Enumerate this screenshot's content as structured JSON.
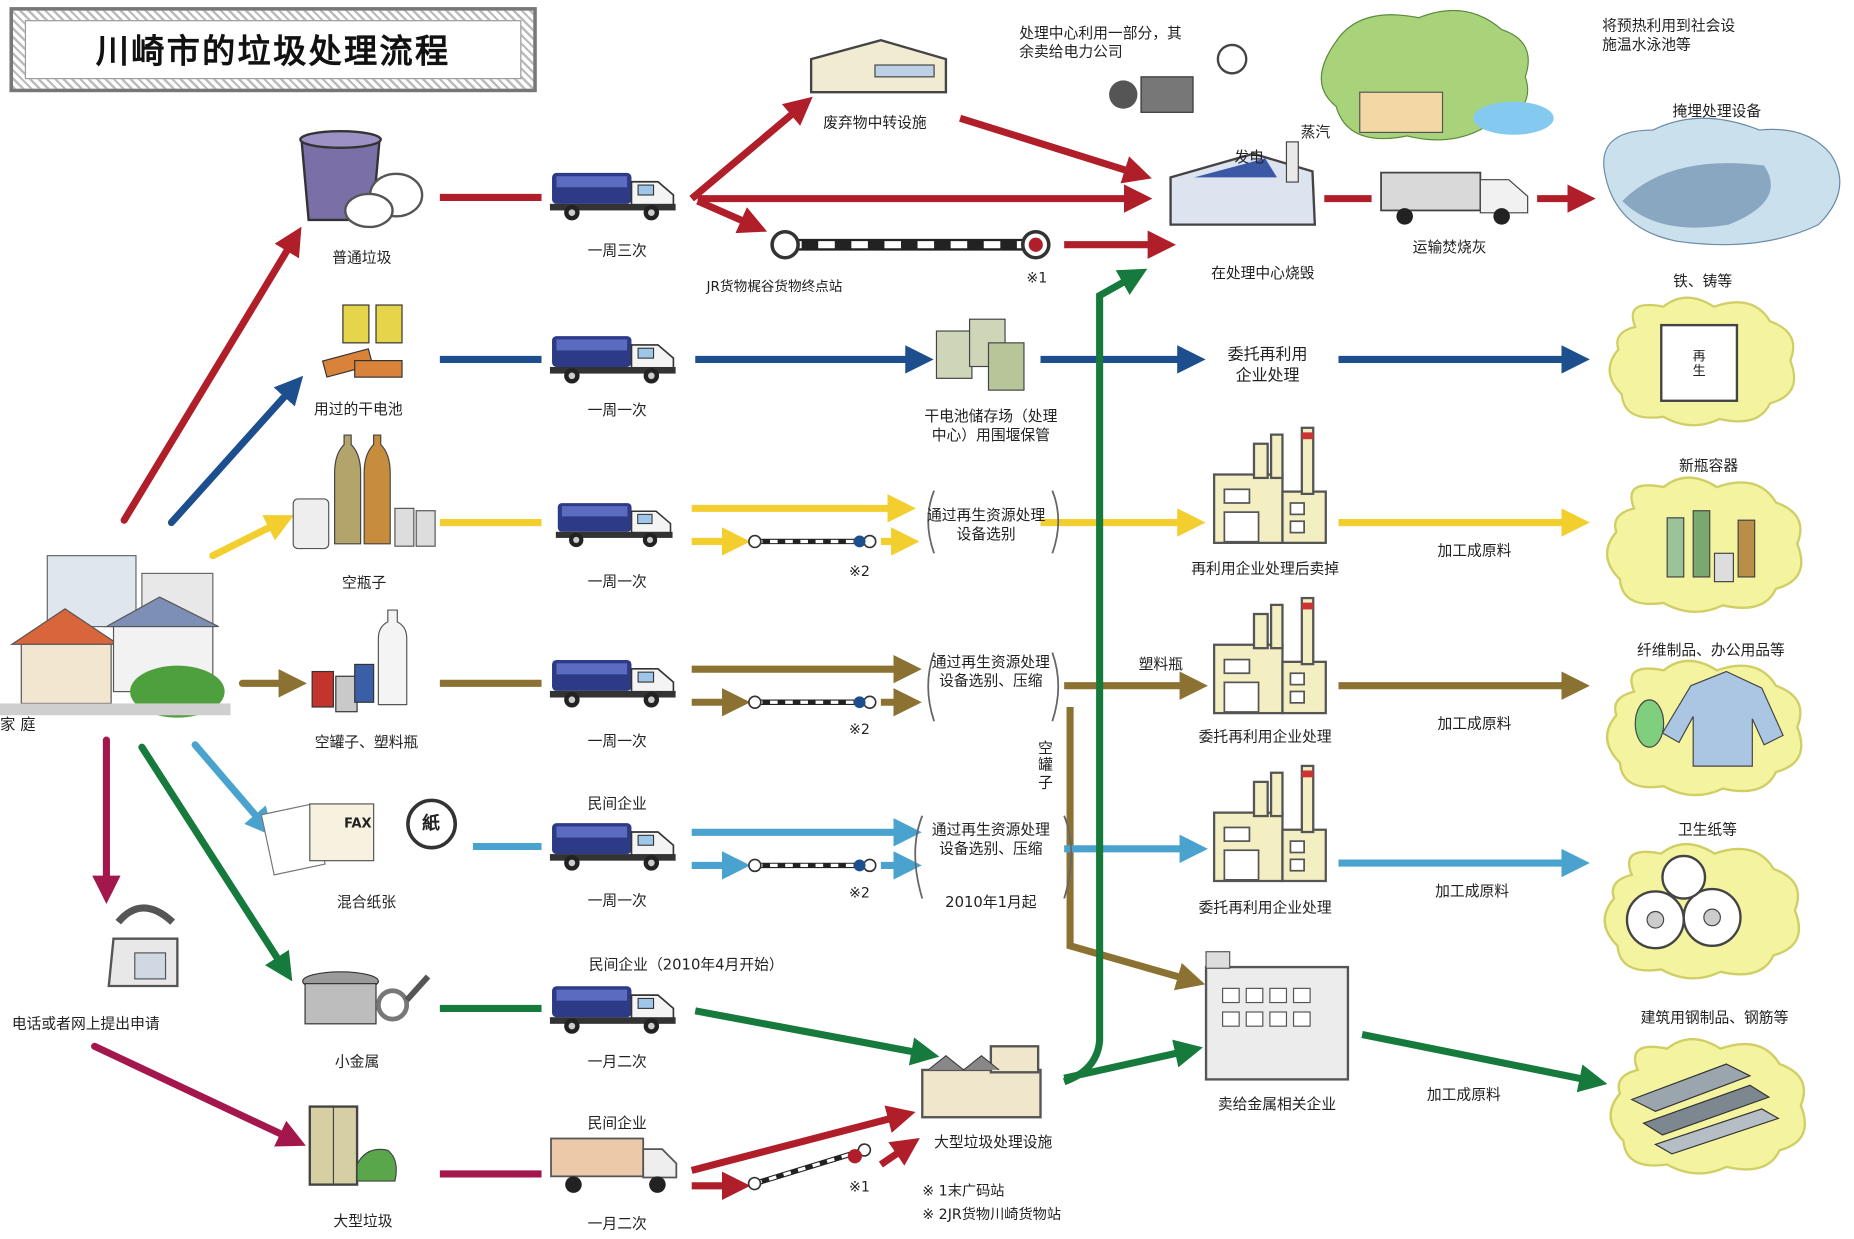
{
  "title": "川崎市的垃圾处理流程",
  "sources": {
    "household": "家 庭",
    "phone_online": "电话或者网上提出申请"
  },
  "categories": {
    "normal": "普通垃圾",
    "battery": "用过的干电池",
    "bottles": "空瓶子",
    "cans_plastic": "空罐子、塑料瓶",
    "paper": "混合纸张",
    "paper_icon": "紙",
    "fax": "FAX",
    "metal_small": "小金属",
    "large": "大型垃圾"
  },
  "collection": {
    "normal": "一周三次",
    "battery": "一周一次",
    "bottles": "一周一次",
    "cans": "一周一次",
    "paper_company": "民间企业",
    "paper": "一周一次",
    "metal_company": "民间企业（2010年4月开始）",
    "metal": "一月二次",
    "large_company": "民间企业",
    "large": "一月二次"
  },
  "facilities": {
    "transfer": "废弃物中转设施",
    "jr_station": "JR货物梶谷货物终点站",
    "incineration": "在处理中心烧毁",
    "battery_storage": "干电池储存场（处理中心）用围堰保管",
    "entrust_recycle": "委托再利用企业处理",
    "sort_bottles": "通过再生资源处理设备选别",
    "recycle_bottles": "再利用企业处理后卖掉",
    "sort_cans": "通过再生资源处理设备选别、压缩",
    "recycle_cans": "委托再利用企业处理",
    "sort_paper": "通过再生资源处理设备选别、压缩",
    "sort_paper_date": "2010年1月起",
    "recycle_paper": "委托再利用企业处理",
    "metal_company": "卖给金属相关企业",
    "large_facility": "大型垃圾处理设施",
    "ash_transport": "运输焚烧灰",
    "landfill": "掩埋处理设备"
  },
  "branch_labels": {
    "plastic": "塑料瓶",
    "cans": "空罐子",
    "generation": "发电",
    "steam": "蒸汽"
  },
  "power_note": "处理中心利用一部分，其余卖给电力公司",
  "heat_note": "将预热利用到社会设施温水泳池等",
  "products": {
    "iron": "铁、铸等",
    "recycled_block": "再生",
    "new_bottles": "新瓶容器",
    "fiber_office": "纤维制品、办公用品等",
    "toilet_paper": "卫生纸等",
    "steel": "建筑用钢制品、钢筋等"
  },
  "processing": {
    "raw1": "加工成原料",
    "raw2": "加工成原料",
    "raw3": "加工成原料",
    "raw4": "加工成原料"
  },
  "marks": {
    "m1": "※1",
    "m2a": "※2",
    "m2b": "※2",
    "m2c": "※2",
    "m1b": "※1"
  },
  "footnotes": {
    "n1": "※ 1末广码站",
    "n2": "※ 2JR货物川崎货物站"
  },
  "colors": {
    "red": "#b01e2a",
    "blue": "#1d4f8f",
    "yellow": "#f2cf2f",
    "brown": "#8b7232",
    "lightblue": "#4aa3cf",
    "green": "#167a3c",
    "maroon": "#a3174d",
    "cloud": "#f4f3a0"
  }
}
